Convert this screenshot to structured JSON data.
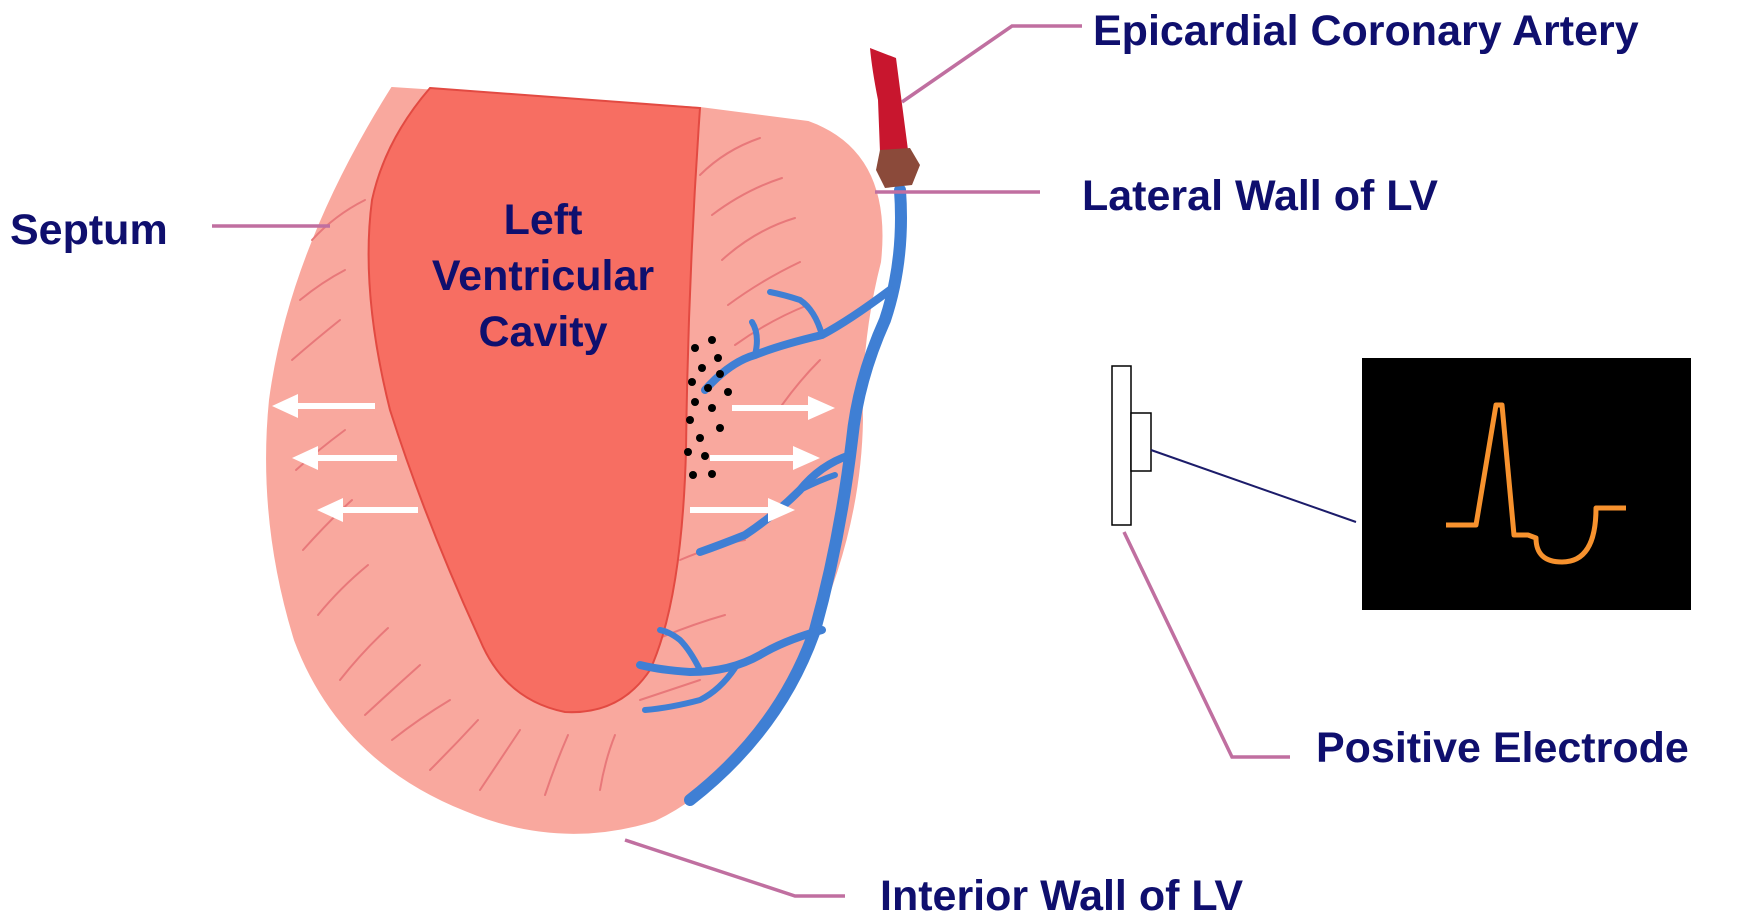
{
  "labels": {
    "epicardial_artery": "Epicardial Coronary Artery",
    "lateral_wall": "Lateral Wall of LV",
    "septum": "Septum",
    "cavity_line1": "Left",
    "cavity_line2": "Ventricular",
    "cavity_line3": "Cavity",
    "positive_electrode": "Positive Electrode",
    "interior_wall": "Interior Wall of LV"
  },
  "colors": {
    "label_text": "#0f0f6e",
    "leader_lines": "#c06fa0",
    "myocardium": "#f9a89e",
    "cavity": "#f76e62",
    "vein": "#3f7fd4",
    "artery": "#c8162e",
    "occlusion": "#8b4a3a",
    "ecg_trace": "#f7922e",
    "monitor_bg": "#000000",
    "current_arrows": "#ffffff"
  },
  "icons": {
    "electrode": "electrode-plate-icon",
    "monitor": "ecg-monitor-icon"
  }
}
